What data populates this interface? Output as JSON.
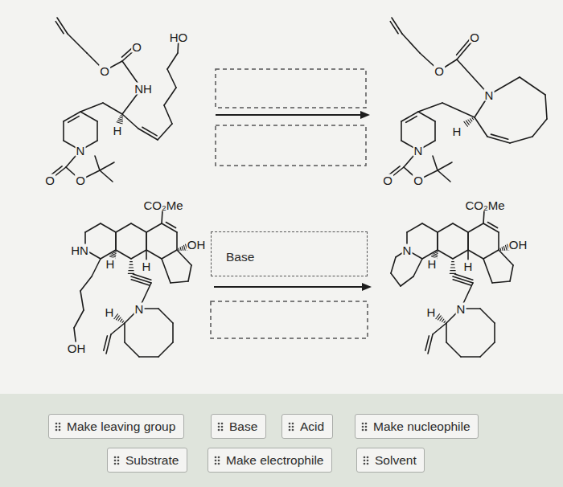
{
  "diagram": {
    "nodes": [
      {
        "text": [
          "Base"
        ]
      },
      {
        "text": [
          "Make leaving group"
        ]
      },
      {
        "text": [
          "Base"
        ]
      },
      {
        "text": [
          "Acid"
        ]
      },
      {
        "text": [
          "Make nucleophile"
        ]
      },
      {
        "text": [
          "Substrate"
        ]
      },
      {
        "text": [
          "Make electrophile"
        ]
      },
      {
        "text": [
          "Solvent"
        ]
      }
    ],
    "labels": [
      "O",
      "O",
      "HO",
      "NH",
      "H",
      "N",
      "O",
      "O",
      "O",
      "O",
      "N",
      "H",
      "N",
      "O",
      "O",
      "CO₂Me",
      "H",
      "H",
      "OH",
      "HN",
      "H",
      "N",
      "OH",
      "CO₂Me",
      "H",
      "H",
      "OH",
      "N",
      "H",
      "N"
    ]
  }
}
